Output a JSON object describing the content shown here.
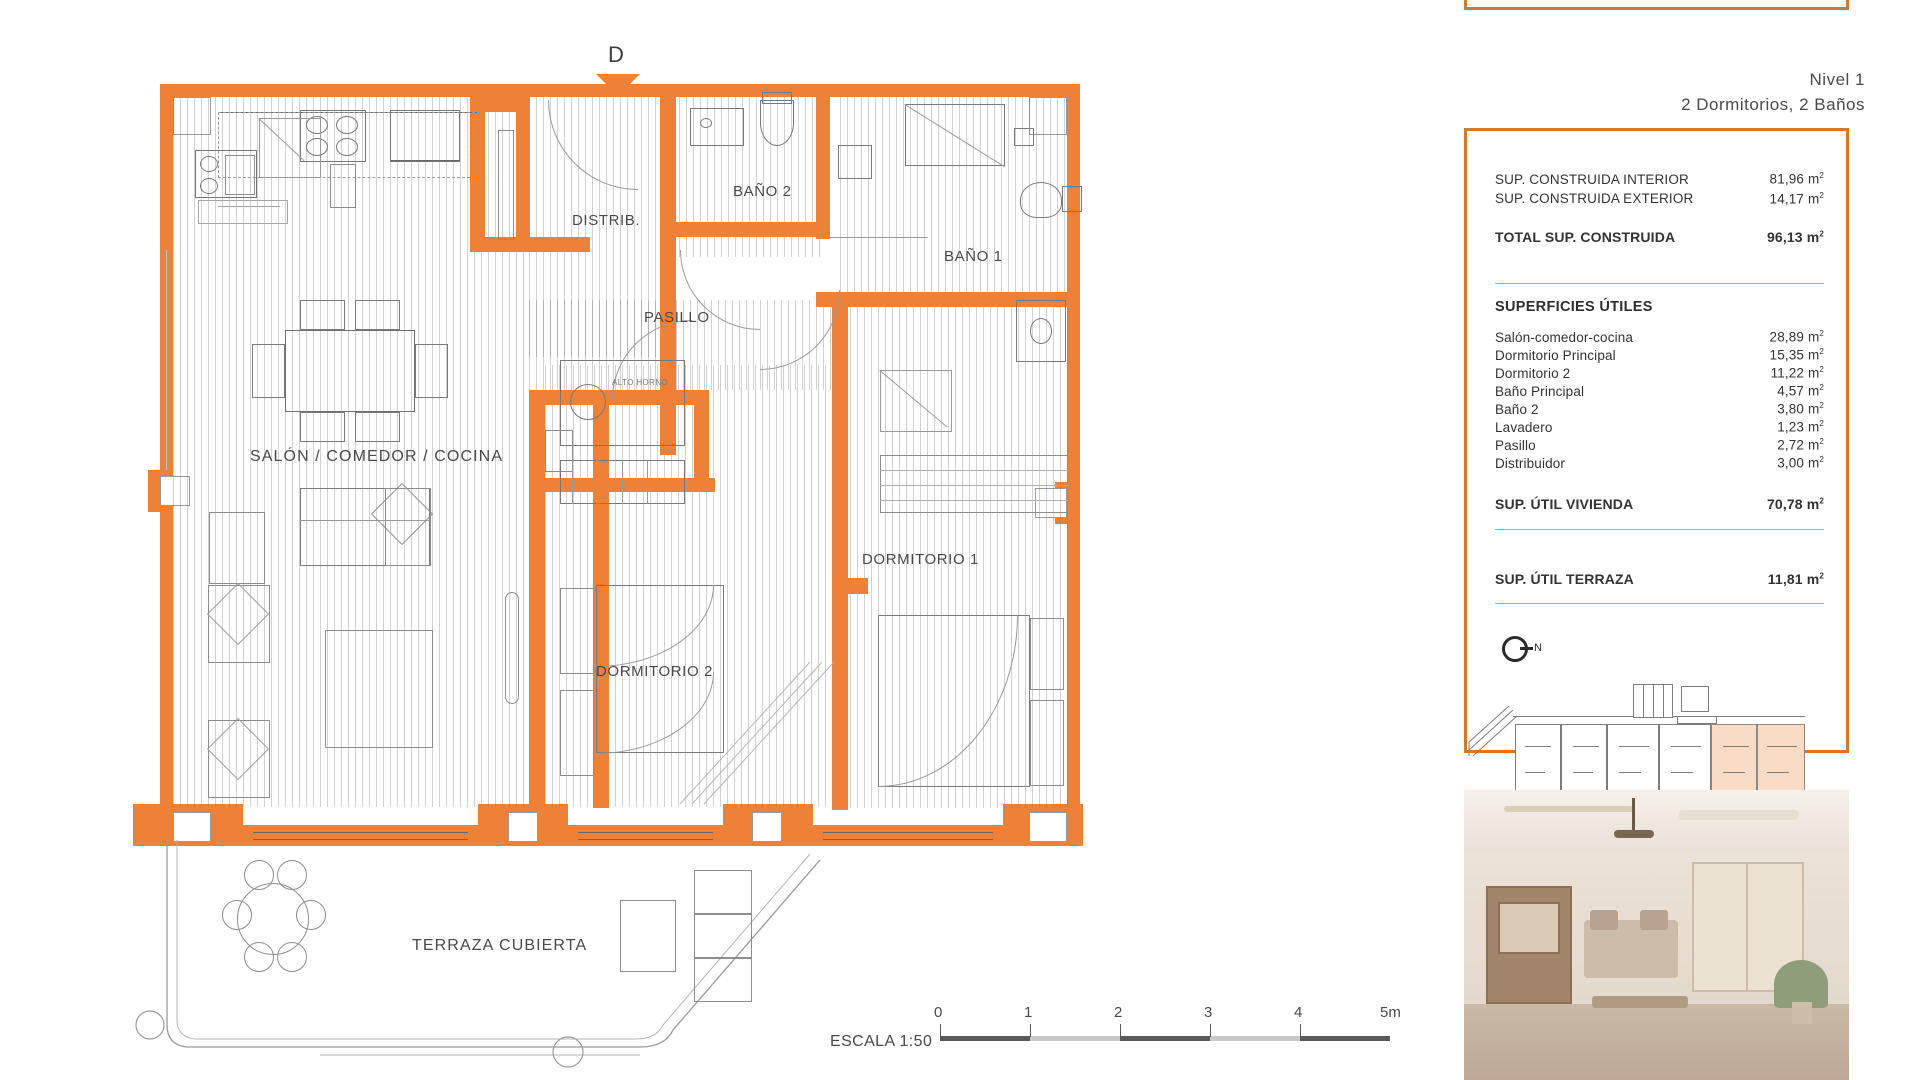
{
  "document": {
    "type": "architectural-floor-plan",
    "unit_letter": "D",
    "level": "Nivel 1",
    "program": "2 Dormitorios, 2 Baños"
  },
  "built_areas": {
    "rows": [
      {
        "label": "SUP. CONSTRUIDA INTERIOR",
        "value": "81,96 m"
      },
      {
        "label": "SUP. CONSTRUIDA EXTERIOR",
        "value": "14,17 m"
      }
    ],
    "total": {
      "label": "TOTAL SUP. CONSTRUIDA",
      "value": "96,13 m"
    }
  },
  "useful_areas": {
    "title": "SUPERFICIES ÚTILES",
    "rows": [
      {
        "label": "Salón-comedor-cocina",
        "value": "28,89 m"
      },
      {
        "label": "Dormitorio Principal",
        "value": "15,35 m"
      },
      {
        "label": "Dormitorio 2",
        "value": "11,22 m"
      },
      {
        "label": "Baño Principal",
        "value": "4,57 m"
      },
      {
        "label": "Baño 2",
        "value": "3,80 m"
      },
      {
        "label": "Lavadero",
        "value": "1,23 m"
      },
      {
        "label": "Pasillo",
        "value": "2,72 m"
      },
      {
        "label": "Distribuidor",
        "value": "3,00 m"
      }
    ],
    "total": {
      "label": "SUP. ÚTIL VIVIENDA",
      "value": "70,78 m"
    }
  },
  "terrace": {
    "label": "SUP. ÚTIL TERRAZA",
    "value": "11,81 m"
  },
  "compass": {
    "north_label": "N"
  },
  "plan_labels": {
    "salon": "SALÓN / COMEDOR / COCINA",
    "distrib": "DISTRIB.",
    "pasillo": "PASILLO",
    "bano2": "BAÑO 2",
    "bano1": "BAÑO 1",
    "dorm1": "DORMITORIO 1",
    "dorm2": "DORMITORIO 2",
    "terraza": "TERRAZA CUBIERTA",
    "appliance": "ALTO HORNO"
  },
  "scale": {
    "label": "ESCALA 1:50",
    "ticks": [
      "0",
      "1",
      "2",
      "3",
      "4"
    ],
    "end_label": "5m"
  },
  "colors": {
    "wall_orange": "#ED8137",
    "panel_border": "#D4792C",
    "rule": "#D9A06B",
    "highlight_unit": "#FADBC3",
    "text": "#3b3b3b"
  }
}
